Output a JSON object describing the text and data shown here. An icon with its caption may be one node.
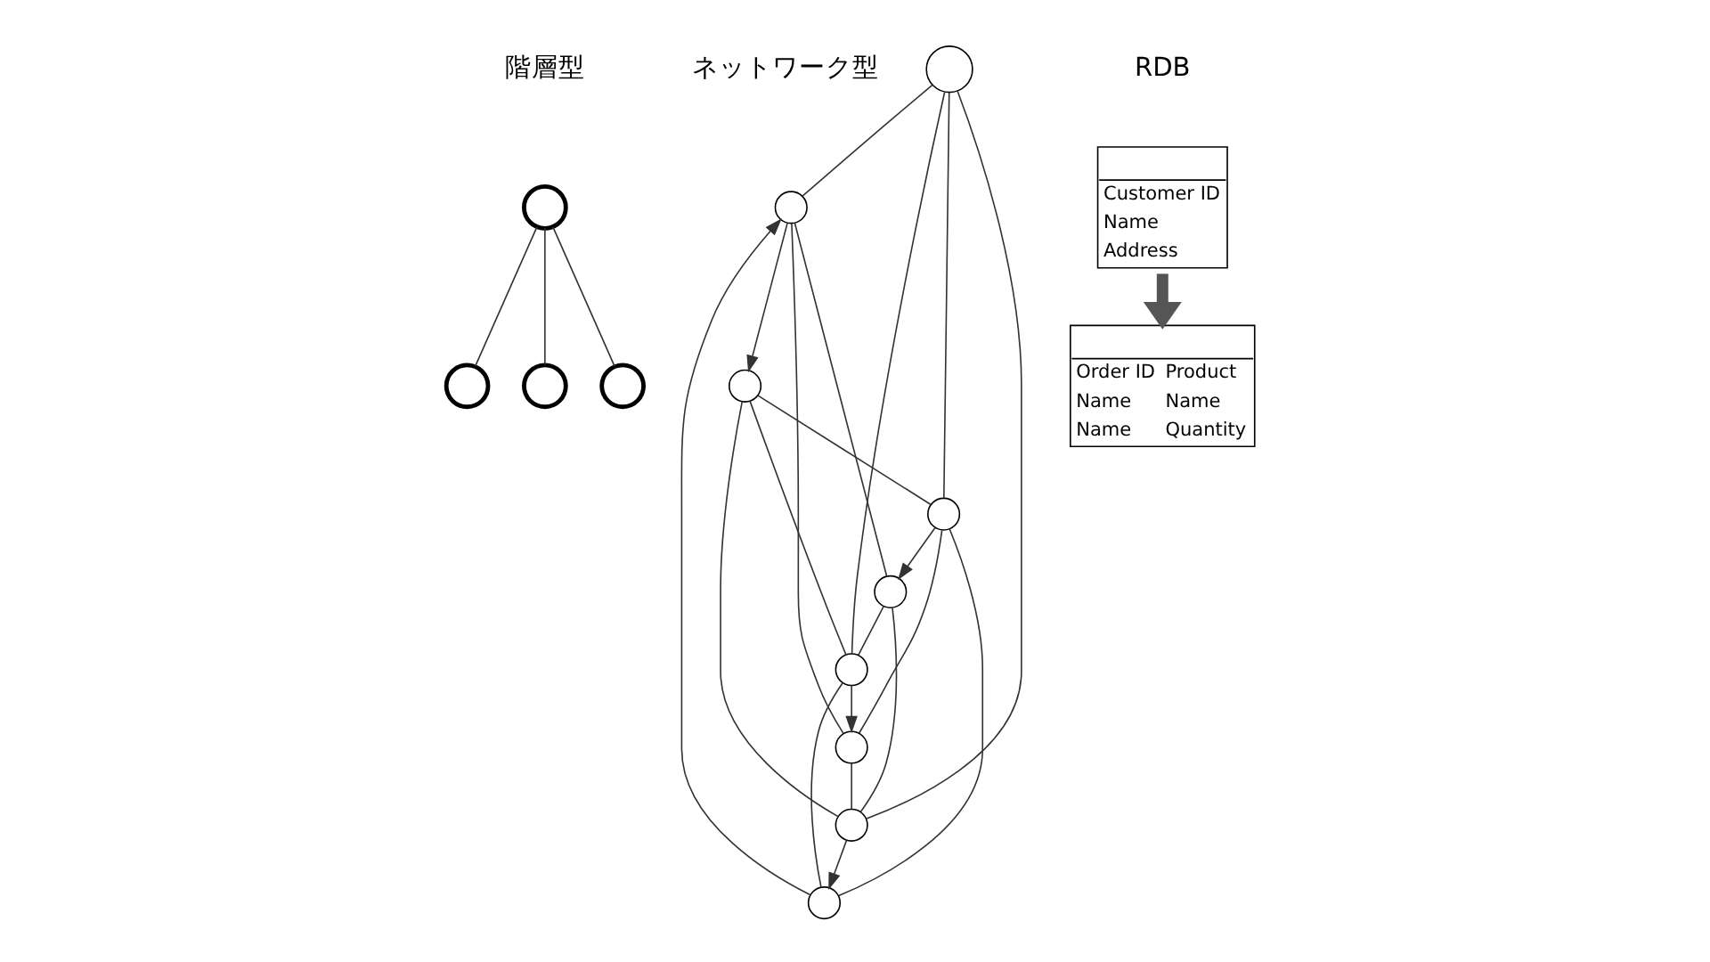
{
  "diagram": {
    "nodes": [
      {
        "text": [],
        "shape": "circle"
      },
      {
        "text": [],
        "shape": "circle"
      },
      {
        "text": [],
        "shape": "circle"
      },
      {
        "text": [],
        "shape": "circle"
      },
      {
        "text": [],
        "shape": "circle"
      },
      {
        "text": [],
        "shape": "circle"
      },
      {
        "text": [],
        "shape": "circle"
      },
      {
        "text": [],
        "shape": "circle"
      },
      {
        "text": [],
        "shape": "circle"
      },
      {
        "text": [],
        "shape": "circle"
      },
      {
        "text": [],
        "shape": "circle"
      },
      {
        "text": [],
        "shape": "circle"
      },
      {
        "text": [],
        "shape": "circle"
      },
      {
        "text": [
          "Customer ID",
          "Name",
          "Address"
        ]
      },
      {
        "text": [
          "Order ID",
          "Product",
          "Name",
          "Name",
          "Name",
          "Quantity"
        ]
      }
    ],
    "edges": [
      {
        "from": 0,
        "to": 1,
        "arrow": "none"
      },
      {
        "from": 0,
        "to": 2,
        "arrow": "none"
      },
      {
        "from": 0,
        "to": 3,
        "arrow": "none"
      },
      {
        "from": 5,
        "to": 4,
        "arrow": "to"
      },
      {
        "from": 4,
        "to": 6,
        "arrow": "to"
      },
      {
        "from": 6,
        "to": 9,
        "arrow": "none"
      },
      {
        "from": 9,
        "to": 11,
        "arrow": "to"
      },
      {
        "from": 11,
        "to": 12,
        "arrow": "none"
      },
      {
        "from": 12,
        "to": 10,
        "arrow": "to"
      },
      {
        "from": 10,
        "to": 7,
        "arrow": "none"
      },
      {
        "from": 7,
        "to": 5,
        "arrow": "to"
      },
      {
        "from": 4,
        "to": 11,
        "arrow": "none"
      },
      {
        "from": 6,
        "to": 12,
        "arrow": "none"
      },
      {
        "from": 9,
        "to": 10,
        "arrow": "none"
      },
      {
        "from": 11,
        "to": 7,
        "arrow": "none"
      },
      {
        "from": 12,
        "to": 5,
        "arrow": "none"
      },
      {
        "from": 10,
        "to": 4,
        "arrow": "none"
      },
      {
        "from": 7,
        "to": 6,
        "arrow": "none"
      },
      {
        "from": 5,
        "to": 9,
        "arrow": "none"
      },
      {
        "from": 8,
        "to": 4,
        "arrow": "none"
      },
      {
        "from": 8,
        "to": 9,
        "arrow": "none"
      },
      {
        "from": 8,
        "to": 12,
        "arrow": "none"
      },
      {
        "from": 8,
        "to": 7,
        "arrow": "none"
      },
      {
        "from": 13,
        "to": 14,
        "arrow": "to",
        "style": "thick",
        "color": "#555555"
      }
    ],
    "labels": [
      "階層型",
      "ネットワーク型",
      "RDB"
    ]
  }
}
